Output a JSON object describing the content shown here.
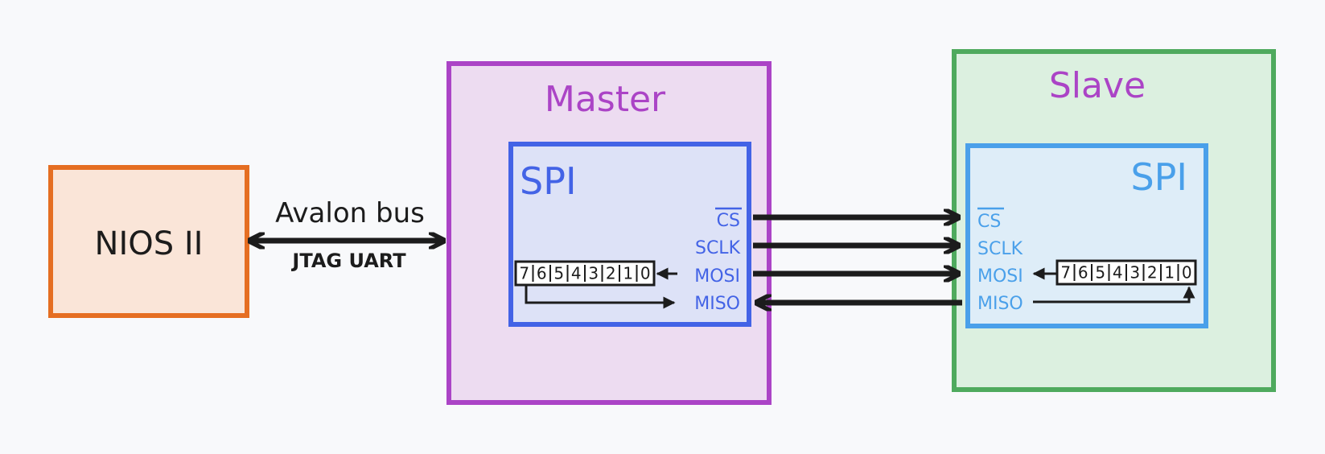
{
  "nios": {
    "label": "NIOS II"
  },
  "bus": {
    "label": "Avalon bus",
    "sublabel": "JTAG UART"
  },
  "master": {
    "title": "Master",
    "spi": {
      "title": "SPI",
      "pins": {
        "cs": "CS",
        "sclk": "SCLK",
        "mosi": "MOSI",
        "miso": "MISO"
      },
      "register": [
        "7",
        "6",
        "5",
        "4",
        "3",
        "2",
        "1",
        "0"
      ]
    }
  },
  "slave": {
    "title": "Slave",
    "spi": {
      "title": "SPI",
      "pins": {
        "cs": "CS",
        "sclk": "SCLK",
        "mosi": "MOSI",
        "miso": "MISO"
      },
      "register": [
        "7",
        "6",
        "5",
        "4",
        "3",
        "2",
        "1",
        "0"
      ]
    }
  },
  "colors": {
    "nios_stroke": "#e56e22",
    "nios_fill": "#fae5d8",
    "master_stroke": "#ab44c6",
    "master_fill": "#eddcf1",
    "master_spi_stroke": "#4363e6",
    "master_spi_fill": "#dde2f7",
    "slave_stroke": "#4faa5e",
    "slave_fill": "#dcf0e0",
    "slave_spi_stroke": "#4aa0ea",
    "slave_spi_fill": "#deedf8",
    "wire": "#1c1c1c"
  }
}
